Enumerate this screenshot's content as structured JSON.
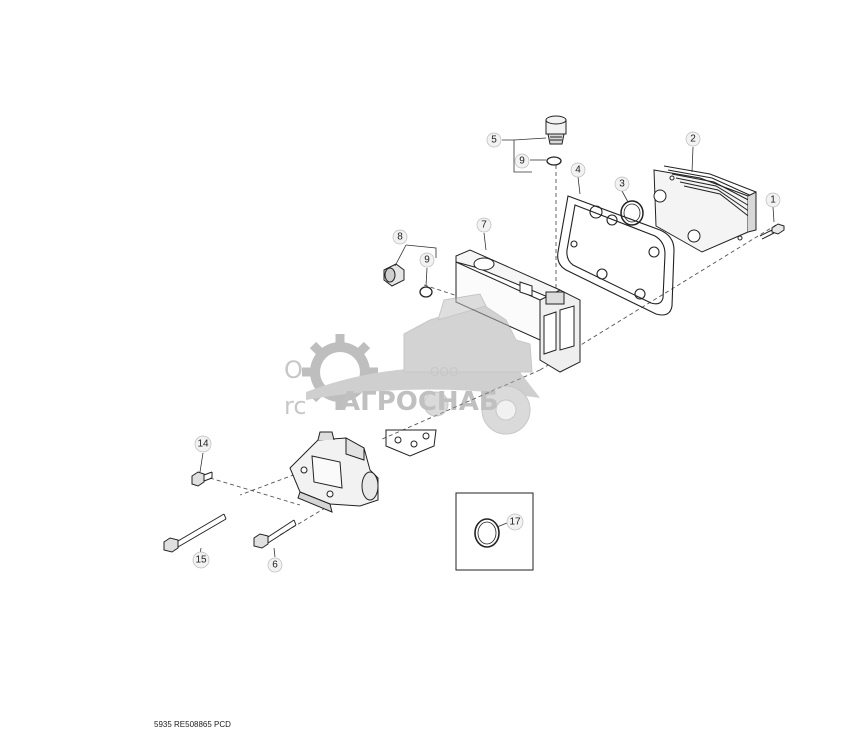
{
  "diagram": {
    "callouts": [
      {
        "id": "c1",
        "label": "1"
      },
      {
        "id": "c2",
        "label": "2"
      },
      {
        "id": "c3",
        "label": "3"
      },
      {
        "id": "c4",
        "label": "4"
      },
      {
        "id": "c5",
        "label": "5"
      },
      {
        "id": "c6",
        "label": "6"
      },
      {
        "id": "c7",
        "label": "7"
      },
      {
        "id": "c8",
        "label": "8"
      },
      {
        "id": "c9a",
        "label": "9"
      },
      {
        "id": "c9b",
        "label": "9"
      },
      {
        "id": "c14",
        "label": "14"
      },
      {
        "id": "c15",
        "label": "15"
      },
      {
        "id": "c17",
        "label": "17"
      }
    ],
    "footer_code": "5935  RE508865  PCD"
  },
  "watermark": {
    "company_prefix": "ООО",
    "company_name": "АГРОСНАБ",
    "fragment_1": "О",
    "fragment_2": "rc"
  }
}
